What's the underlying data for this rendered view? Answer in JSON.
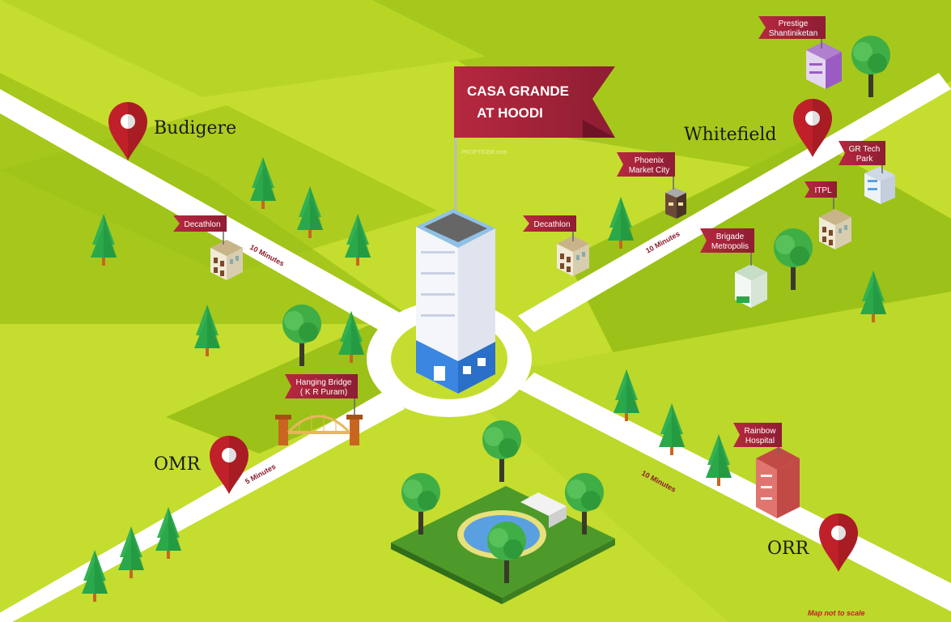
{
  "project": {
    "line1": "CASA GRANDE",
    "line2": "AT HOODI"
  },
  "watermark": "PROPTIGER.com",
  "localities": [
    "Budigere",
    "Whitefield",
    "OMR",
    "ORR"
  ],
  "landmarks": {
    "prestige": [
      "Prestige",
      "Shantiniketan"
    ],
    "phoenix": [
      "Phoenix",
      "Market City"
    ],
    "grtech": [
      "GR Tech",
      "Park"
    ],
    "itpl": "ITPL",
    "brigade": [
      "Brigade",
      "Metropolis"
    ],
    "decathlon_left": "Decathlon",
    "decathlon_center": "Decathlon",
    "hanging_bridge": [
      "Hanging Bridge",
      "( K R Puram)"
    ],
    "rainbow": [
      "Rainbow",
      "Hospital"
    ]
  },
  "travel_times": {
    "budigere": "10 Minutes",
    "whitefield": "10 Minutes",
    "omr": "5 Minutes",
    "orr": "10 Minutes"
  },
  "note": "Map not to scale",
  "colors": {
    "grass_light": "#c5dd2f",
    "grass_dark": "#9cc118",
    "road": "#ffffff",
    "flag": "#a3233a",
    "pin": "#c0202a",
    "tree": "#2aa84a",
    "building": "#5aa0e0"
  }
}
